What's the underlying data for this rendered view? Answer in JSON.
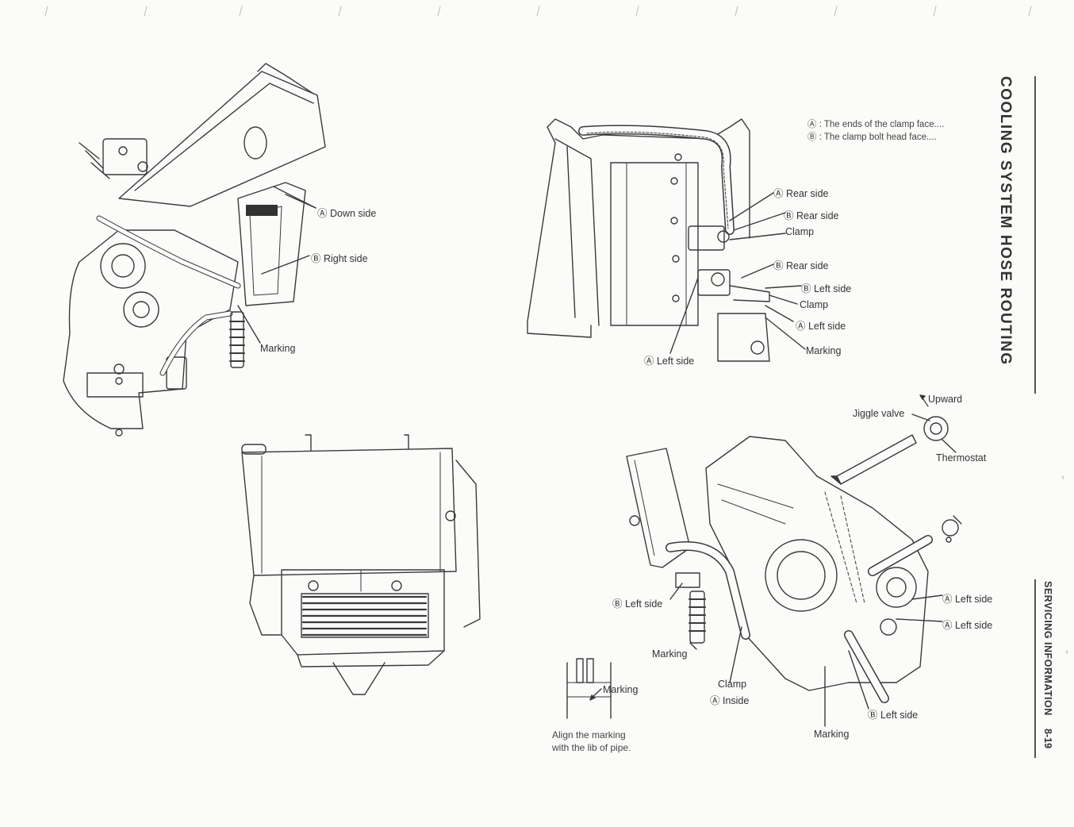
{
  "header": {
    "title": "COOLING SYSTEM HOSE ROUTING",
    "section": "SERVICING INFORMATION",
    "page": "8-19"
  },
  "legend": {
    "a": "Ⓐ : The ends of the clamp face....",
    "b": "Ⓑ : The clamp bolt head face...."
  },
  "fig1": {
    "down_side": "Ⓐ Down side",
    "right_side": "Ⓑ Right side",
    "marking": "Marking"
  },
  "fig2": {
    "rear_a": "Ⓐ Rear side",
    "rear_b1": "Ⓑ Rear side",
    "clamp1": "Clamp",
    "rear_b2": "Ⓑ Rear side",
    "left_b": "Ⓑ Left side",
    "clamp2": "Clamp",
    "left_a": "Ⓐ Left side",
    "marking": "Marking",
    "left_a_bottom": "Ⓐ Left side"
  },
  "fig4": {
    "upward": "Upward",
    "jiggle": "Jiggle valve",
    "thermostat": "Thermostat",
    "left_b": "Ⓑ Left side",
    "marking1": "Marking",
    "clamp": "Clamp",
    "inside": "Ⓐ Inside",
    "left_a1": "Ⓐ Left side",
    "left_a2": "Ⓐ Left side",
    "left_b2": "Ⓑ Left side",
    "marking2": "Marking"
  },
  "detail": {
    "marking": "Marking",
    "note_line1": "Align the marking",
    "note_line2": "with the lib of pipe."
  }
}
